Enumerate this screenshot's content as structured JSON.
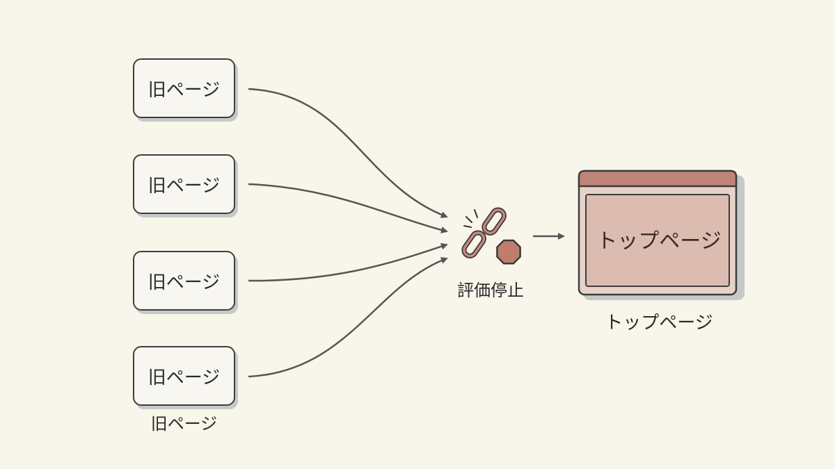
{
  "old_pages": [
    {
      "label": "旧ページ"
    },
    {
      "label": "旧ページ"
    },
    {
      "label": "旧ページ"
    },
    {
      "label": "旧ページ"
    }
  ],
  "old_pages_caption": "旧ページ",
  "center": {
    "label": "評価停止",
    "icons": [
      "broken-chain-link-icon",
      "stop-octagon-icon"
    ]
  },
  "top_page": {
    "window_label": "トップページ",
    "caption": "トップページ"
  },
  "colors": {
    "background": "#f8f5eb",
    "ink": "#3d3d3d",
    "box_fill": "#f7f6f1",
    "box_shadow": "#c7c9c8",
    "accent_brown": "#b7796b",
    "window_fill": "#dcbcb0",
    "window_title_bar": "#bf8477"
  }
}
